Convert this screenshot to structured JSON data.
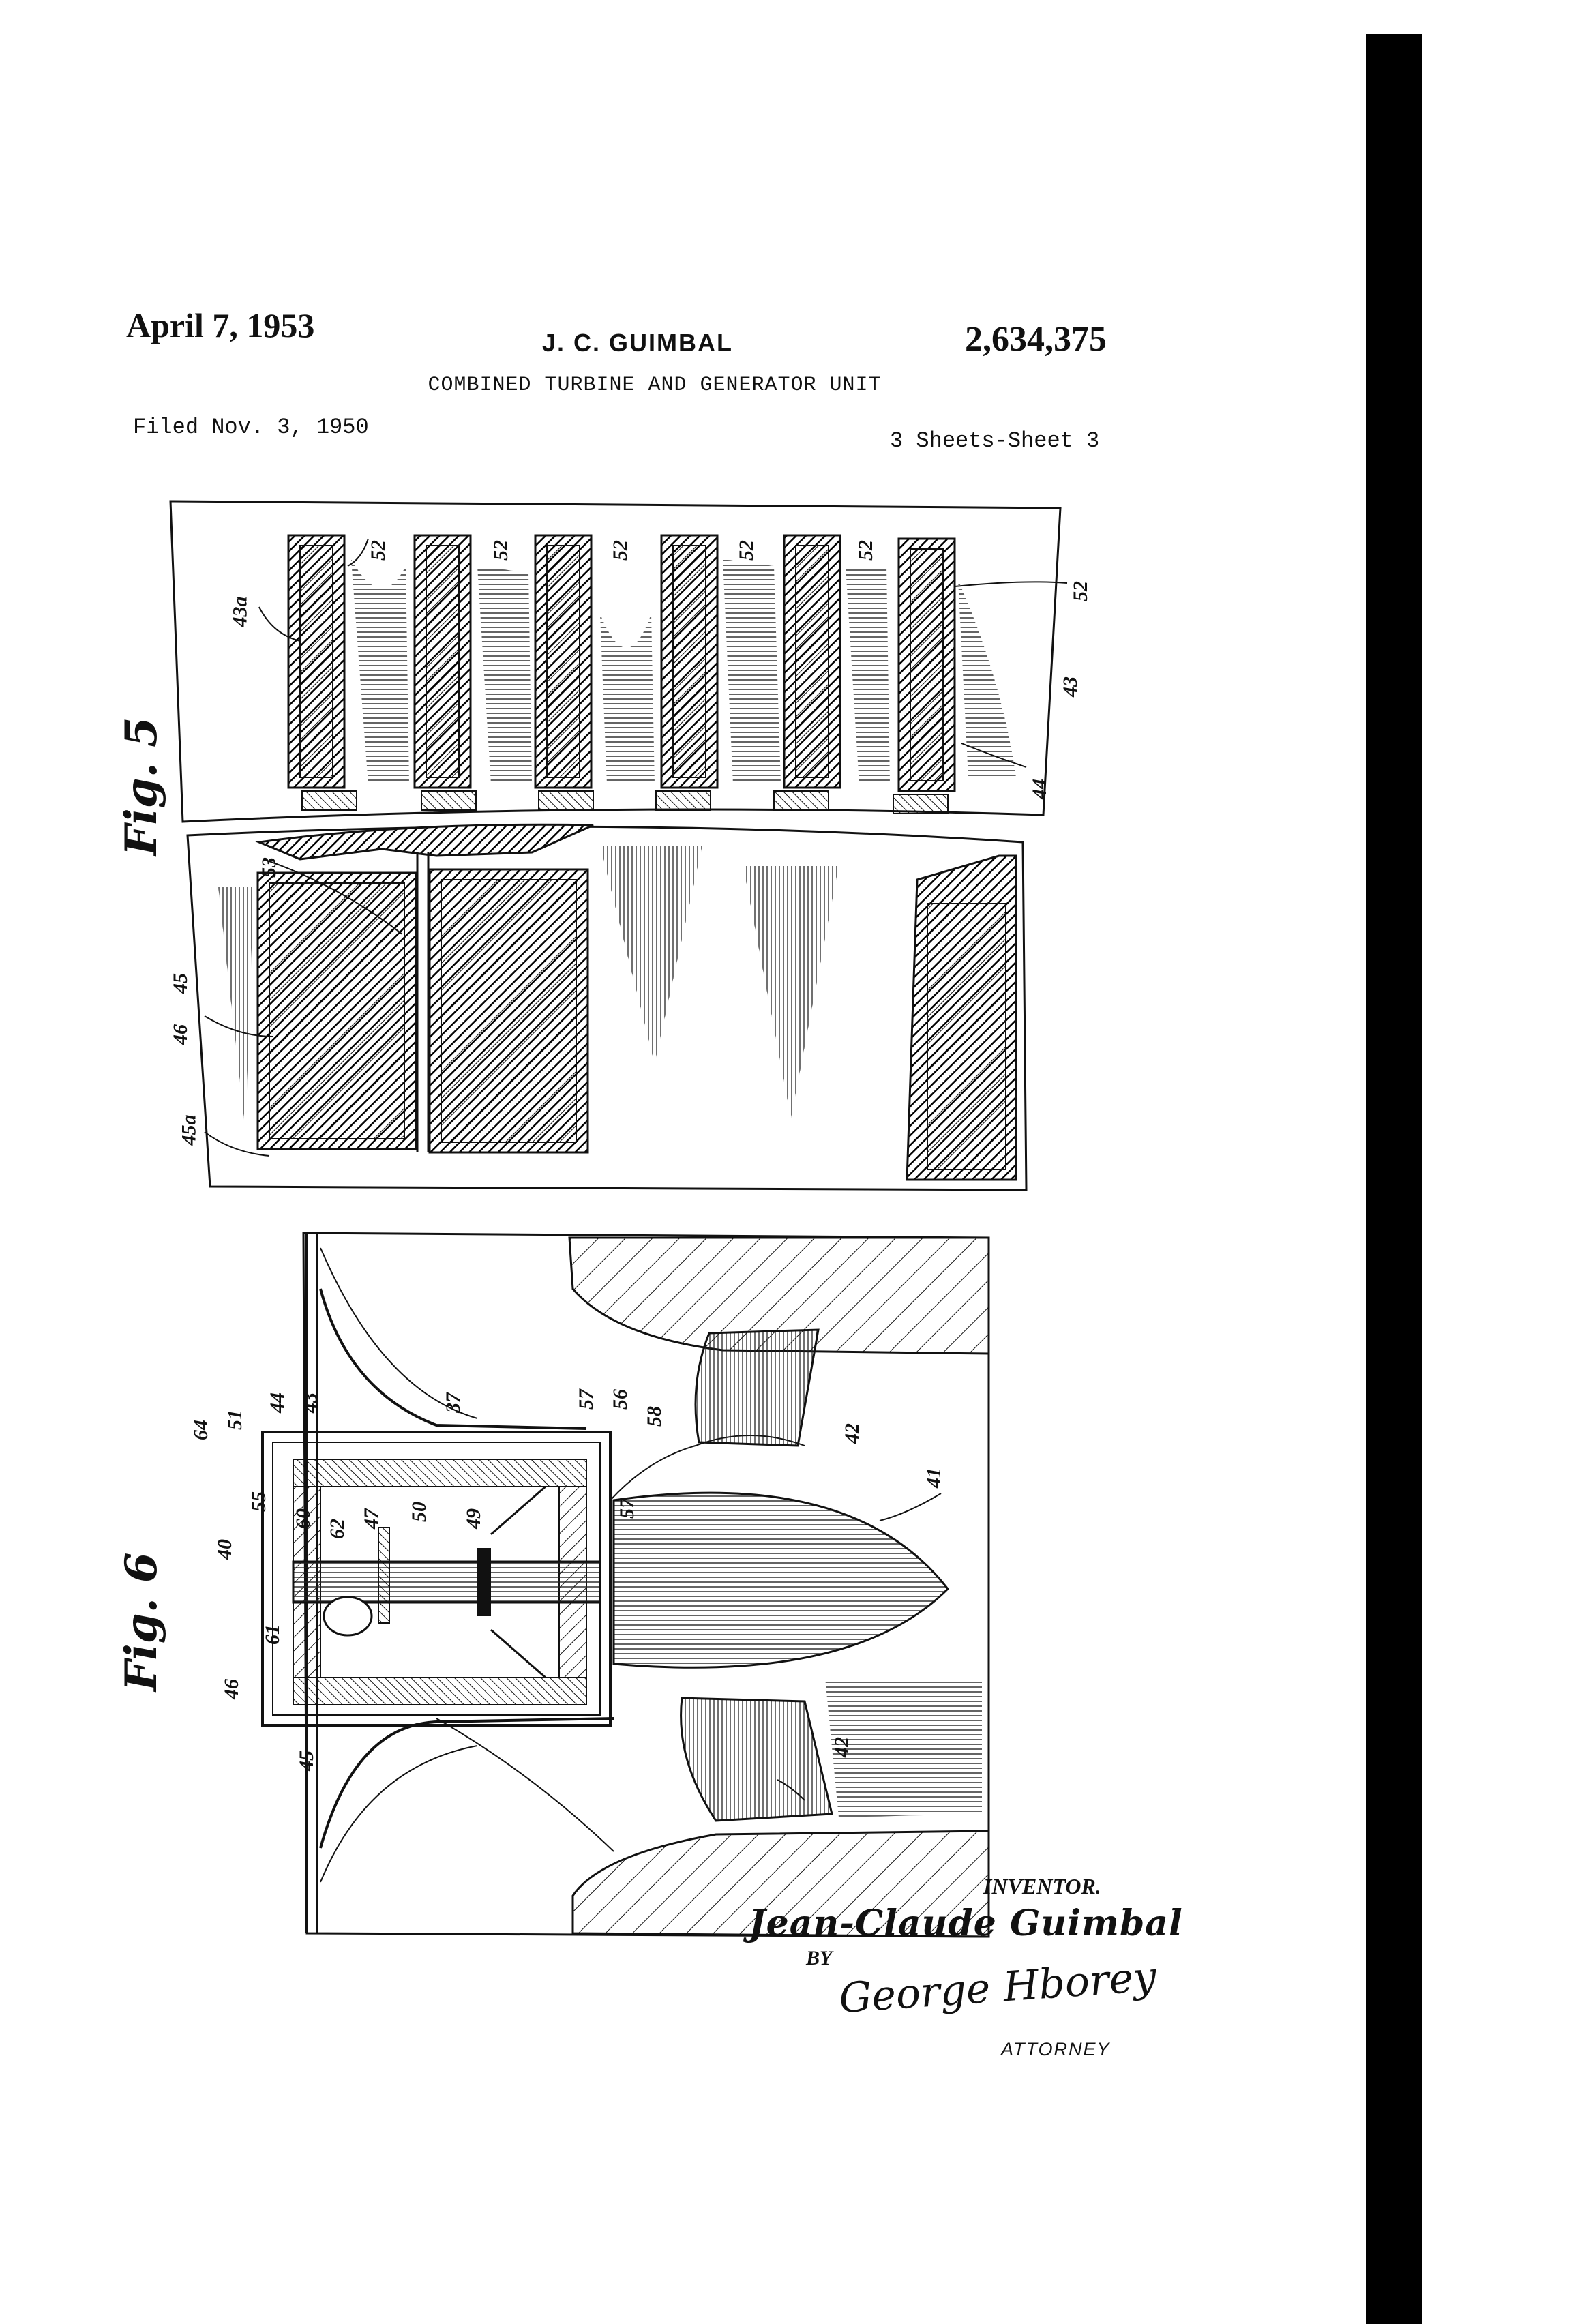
{
  "header": {
    "date": "April 7, 1953",
    "inventor": "J. C. GUIMBAL",
    "patent_number": "2,634,375",
    "title": "COMBINED TURBINE AND GENERATOR UNIT",
    "filed": "Filed Nov. 3, 1950",
    "sheets": "3 Sheets-Sheet 3"
  },
  "figures": {
    "fig5": {
      "label": "Fig. 5",
      "refs": [
        "43a",
        "52",
        "52",
        "52",
        "52",
        "52",
        "52",
        "43",
        "44",
        "53",
        "45",
        "46",
        "45a"
      ]
    },
    "fig6": {
      "label": "Fig. 6",
      "refs": [
        "64",
        "51",
        "44",
        "43",
        "37",
        "57",
        "56",
        "58",
        "42",
        "41",
        "55",
        "60",
        "62",
        "47",
        "50",
        "49",
        "57",
        "40",
        "61",
        "46",
        "45",
        "42"
      ]
    }
  },
  "signature_block": {
    "inventor_label": "INVENTOR.",
    "inventor_signature": "Jean-Claude Guimbal",
    "by": "BY",
    "attorney_signature": "George Hborey",
    "attorney_label": "ATTORNEY"
  }
}
